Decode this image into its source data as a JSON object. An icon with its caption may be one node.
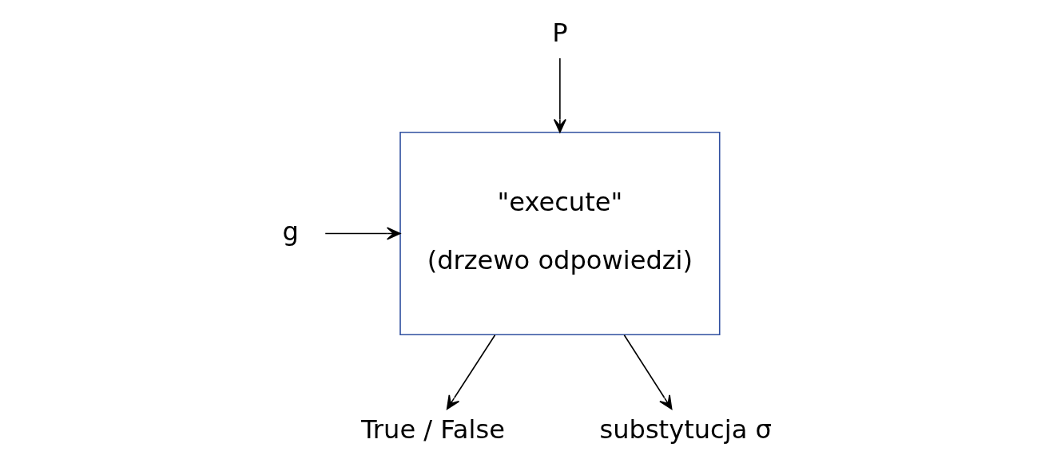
{
  "diagram": {
    "nodes": [
      {
        "text": [
          "P"
        ]
      },
      {
        "text": [
          "\"execute\"",
          "(drzewo odpowiedzi)"
        ]
      },
      {
        "text": [
          "g"
        ]
      },
      {
        "text": [
          "True / False"
        ]
      },
      {
        "text": [
          "substytucja σ"
        ]
      }
    ],
    "edges": [
      {
        "from": 0,
        "to": 1,
        "arrow": "to"
      },
      {
        "from": 2,
        "to": 1,
        "arrow": "to"
      },
      {
        "from": 1,
        "to": 3,
        "arrow": "to"
      },
      {
        "from": 1,
        "to": 4,
        "arrow": "to"
      }
    ]
  }
}
